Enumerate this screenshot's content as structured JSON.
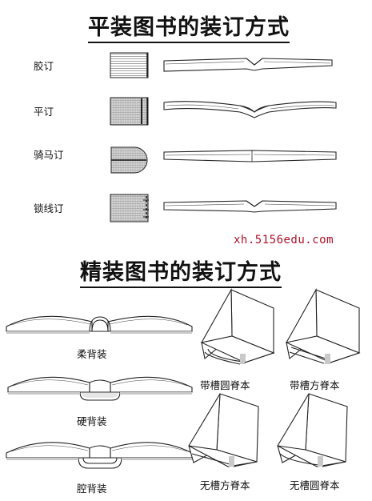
{
  "paperback": {
    "title": "平装图书的装订方式",
    "methods": [
      {
        "label": "胶订"
      },
      {
        "label": "平订"
      },
      {
        "label": "骑马订"
      },
      {
        "label": "锁线订"
      }
    ]
  },
  "watermark": "xh.5156edu.com",
  "hardcover": {
    "title": "精装图书的装订方式",
    "spine_types": [
      {
        "label": "柔背装"
      },
      {
        "label": "硬背装"
      },
      {
        "label": "腔背装"
      }
    ],
    "spine_shapes": [
      {
        "label": "带槽圆脊本"
      },
      {
        "label": "带槽方脊本"
      },
      {
        "label": "无槽方脊本"
      },
      {
        "label": "无槽圆脊本"
      }
    ]
  },
  "colors": {
    "watermark": "#b0102a",
    "line": "#222222"
  }
}
